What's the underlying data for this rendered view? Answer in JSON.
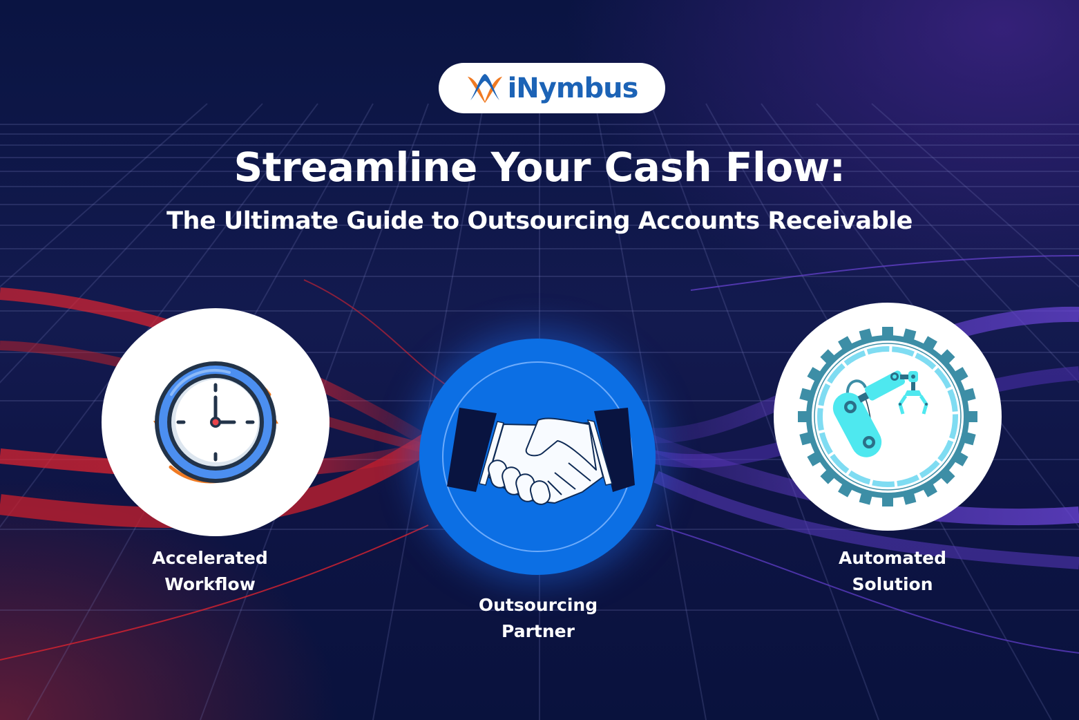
{
  "brand": {
    "logo_text": "iNymbus",
    "logo_icon": "inymbus-logo-mark",
    "colors": {
      "logo_blue": "#1c63b6",
      "logo_orange": "#f07a22"
    }
  },
  "header": {
    "title": "Streamline Your Cash Flow:",
    "subtitle": "The Ultimate Guide to Outsourcing Accounts Receivable"
  },
  "features": [
    {
      "label_line1": "Accelerated",
      "label_line2": "Workflow",
      "icon": "clock-refresh-icon",
      "circle_color": "#ffffff"
    },
    {
      "label_line1": "Outsourcing",
      "label_line2": "Partner",
      "icon": "handshake-icon",
      "circle_color": "#0c6fe4"
    },
    {
      "label_line1": "Automated",
      "label_line2": "Solution",
      "icon": "robotic-arm-gear-icon",
      "circle_color": "#ffffff"
    }
  ],
  "theme": {
    "background": "#0b1440",
    "accent_red": "#e0232e",
    "accent_purple": "#5a3bbf",
    "text": "#ffffff"
  }
}
